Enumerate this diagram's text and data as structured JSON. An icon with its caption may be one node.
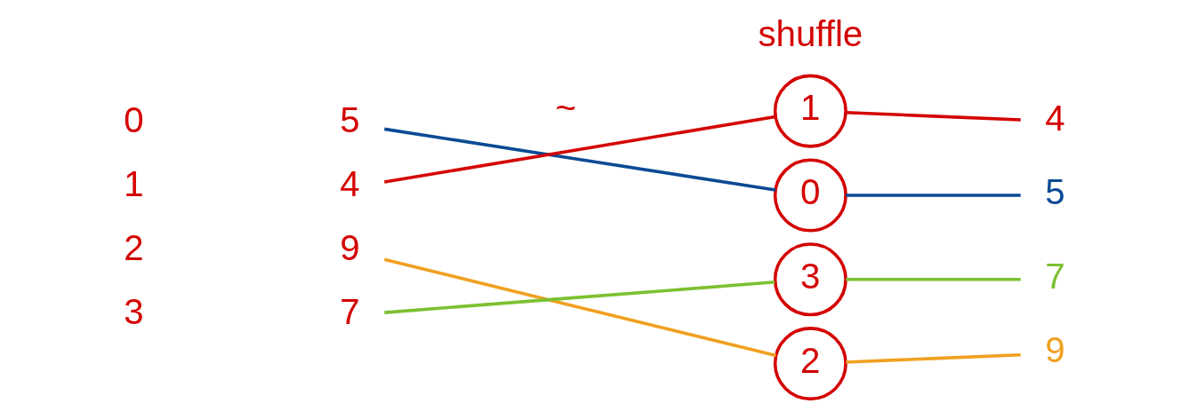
{
  "diagram": {
    "nodes": [
      {
        "text": [
          "5"
        ]
      },
      {
        "text": [
          "4"
        ]
      },
      {
        "text": [
          "9"
        ]
      },
      {
        "text": [
          "7"
        ]
      },
      {
        "text": [
          "1"
        ]
      },
      {
        "text": [
          "0"
        ]
      },
      {
        "text": [
          "3"
        ]
      },
      {
        "text": [
          "2"
        ]
      },
      {
        "text": [
          "4"
        ]
      },
      {
        "text": [
          "5"
        ]
      },
      {
        "text": [
          "7"
        ]
      },
      {
        "text": [
          "9"
        ]
      }
    ],
    "edges": [
      {
        "from": 0,
        "to": 5,
        "arrow": "none",
        "color": "#0b4a94"
      },
      {
        "from": 1,
        "to": 4,
        "arrow": "none",
        "color": "#d40000"
      },
      {
        "from": 2,
        "to": 7,
        "arrow": "none",
        "color": "#f0a020"
      },
      {
        "from": 3,
        "to": 6,
        "arrow": "none",
        "color": "#7cc030"
      },
      {
        "from": 4,
        "to": 8,
        "arrow": "none",
        "color": "#d40000"
      },
      {
        "from": 5,
        "to": 9,
        "arrow": "none",
        "color": "#0b4a94"
      },
      {
        "from": 6,
        "to": 10,
        "arrow": "none",
        "color": "#7cc030"
      },
      {
        "from": 7,
        "to": 11,
        "arrow": "none",
        "color": "#f0a020"
      }
    ],
    "labels": [
      "0",
      "1",
      "2",
      "3",
      "shuffle",
      "~"
    ]
  }
}
